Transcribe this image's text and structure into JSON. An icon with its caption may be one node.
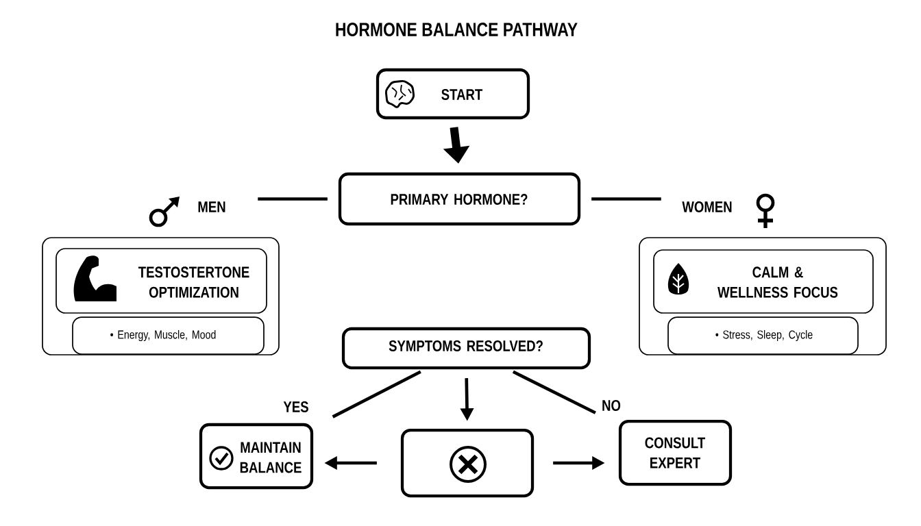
{
  "diagram": {
    "title": "HORMONE BALANCE PATHWAY",
    "nodes": [
      {
        "text": [
          "START"
        ]
      },
      {
        "text": [
          "PRIMARY HORMONE?"
        ]
      },
      {
        "text": [
          "MEN"
        ]
      },
      {
        "text": [
          "WOMEN"
        ]
      },
      {
        "text": [],
        "shape": "box"
      },
      {
        "text": [
          "TESTOSTERTONE OPTIMIZATION"
        ],
        "in": 4
      },
      {
        "text": [
          "• Energy, Muscle, Mood"
        ],
        "in": 4
      },
      {
        "text": [],
        "shape": "box"
      },
      {
        "text": [
          "CALM & WELLNESS FOCUS"
        ],
        "in": 7
      },
      {
        "text": [
          "• Stress, Sleep, Cycle"
        ],
        "in": 7
      },
      {
        "text": [
          "SYMPTOMS RESOLVED?"
        ]
      },
      {
        "text": [
          "MAINTAIN BALANCE"
        ]
      },
      {
        "text": [],
        "shape": "box"
      },
      {
        "text": [
          "CONSULT EXPERT"
        ]
      }
    ],
    "edges": [
      {
        "from": 0,
        "to": 1,
        "arrow": "to",
        "style": "thick"
      },
      {
        "from": 1,
        "to": 2,
        "arrow": "none"
      },
      {
        "from": 1,
        "to": 3,
        "arrow": "none"
      },
      {
        "from": 10,
        "to": 11,
        "arrow": "none",
        "label": "YES"
      },
      {
        "from": 10,
        "to": 12,
        "arrow": "to"
      },
      {
        "from": 10,
        "to": 13,
        "arrow": "none",
        "label": "NO"
      },
      {
        "from": 12,
        "to": 11,
        "arrow": "to"
      },
      {
        "from": 12,
        "to": 13,
        "arrow": "to"
      }
    ]
  }
}
